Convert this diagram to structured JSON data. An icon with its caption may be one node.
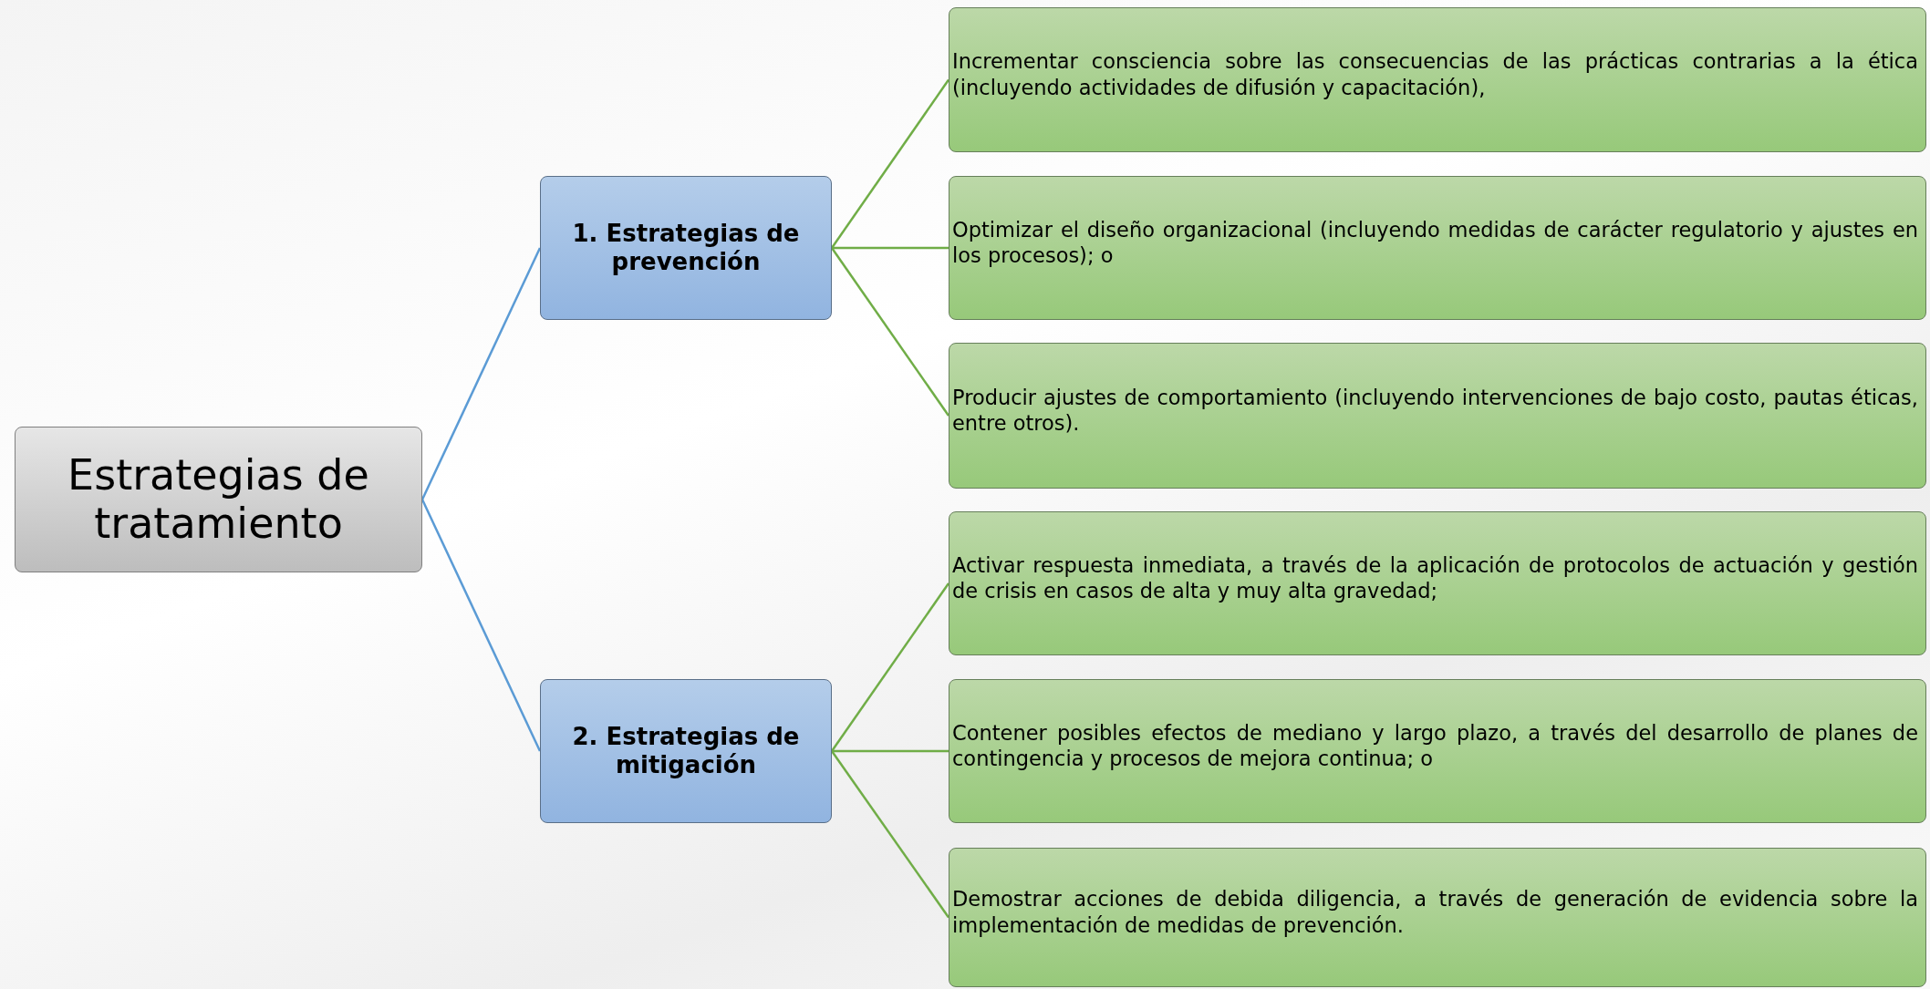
{
  "diagram": {
    "nodes": [
      {
        "text": [
          "Estrategias de tratamiento"
        ]
      },
      {
        "text": [
          "1. Estrategias de prevención"
        ]
      },
      {
        "text": [
          "Incrementar consciencia sobre las consecuencias de las prácticas contrarias a la ética (incluyendo actividades de difusión y capacitación),"
        ]
      },
      {
        "text": [
          "Optimizar el diseño organizacional (incluyendo medidas de carácter regulatorio y ajustes en los procesos); o"
        ]
      },
      {
        "text": [
          "Producir ajustes de comportamiento (incluyendo intervenciones de bajo costo, pautas éticas, entre otros)."
        ]
      },
      {
        "text": [
          "2. Estrategias de mitigación"
        ]
      },
      {
        "text": [
          "Activar respuesta inmediata, a través de la aplicación de protocolos de actuación y gestión de crisis en casos de alta y muy alta gravedad;"
        ]
      },
      {
        "text": [
          "Contener posibles efectos de mediano y largo plazo, a través del desarrollo de planes de contingencia y procesos de mejora continua; o"
        ]
      },
      {
        "text": [
          "Demostrar acciones de debida diligencia, a través de generación de evidencia sobre la implementación de medidas de prevención."
        ]
      }
    ],
    "edges": [
      {
        "from": 0,
        "to": 1,
        "arrow": "none",
        "color": "#5b9bd5"
      },
      {
        "from": 0,
        "to": 5,
        "arrow": "none",
        "color": "#5b9bd5"
      },
      {
        "from": 1,
        "to": 2,
        "arrow": "none"
      },
      {
        "from": 1,
        "to": 3,
        "arrow": "none"
      },
      {
        "from": 1,
        "to": 4,
        "arrow": "none"
      },
      {
        "from": 5,
        "to": 6,
        "arrow": "none"
      },
      {
        "from": 5,
        "to": 7,
        "arrow": "none"
      },
      {
        "from": 5,
        "to": 8,
        "arrow": "none"
      }
    ]
  }
}
